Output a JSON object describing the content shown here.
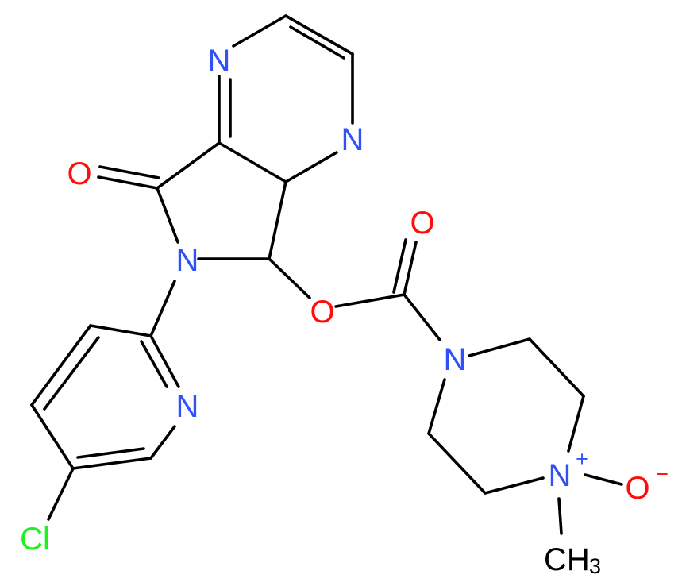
{
  "colors": {
    "bond": "#000000",
    "nitrogen": "#3050F8",
    "oxygen": "#FF0D0D",
    "chlorine": "#1FF01F",
    "carbon_label": "#000000",
    "background": "#ffffff"
  },
  "atoms": {
    "n_pyrazine_top": "N",
    "n_pyrazine_right": "N",
    "o_lactam": "O",
    "n_lactam": "N",
    "o_ester": "O",
    "o_carbonyl": "O",
    "n_piperazine": "N",
    "n_pyridine": "N",
    "cl": "Cl",
    "n_oxide": "N",
    "n_oxide_charge": "+",
    "o_oxide": "O",
    "o_oxide_charge": "−",
    "methyl": "CH",
    "methyl_sub": "3"
  }
}
